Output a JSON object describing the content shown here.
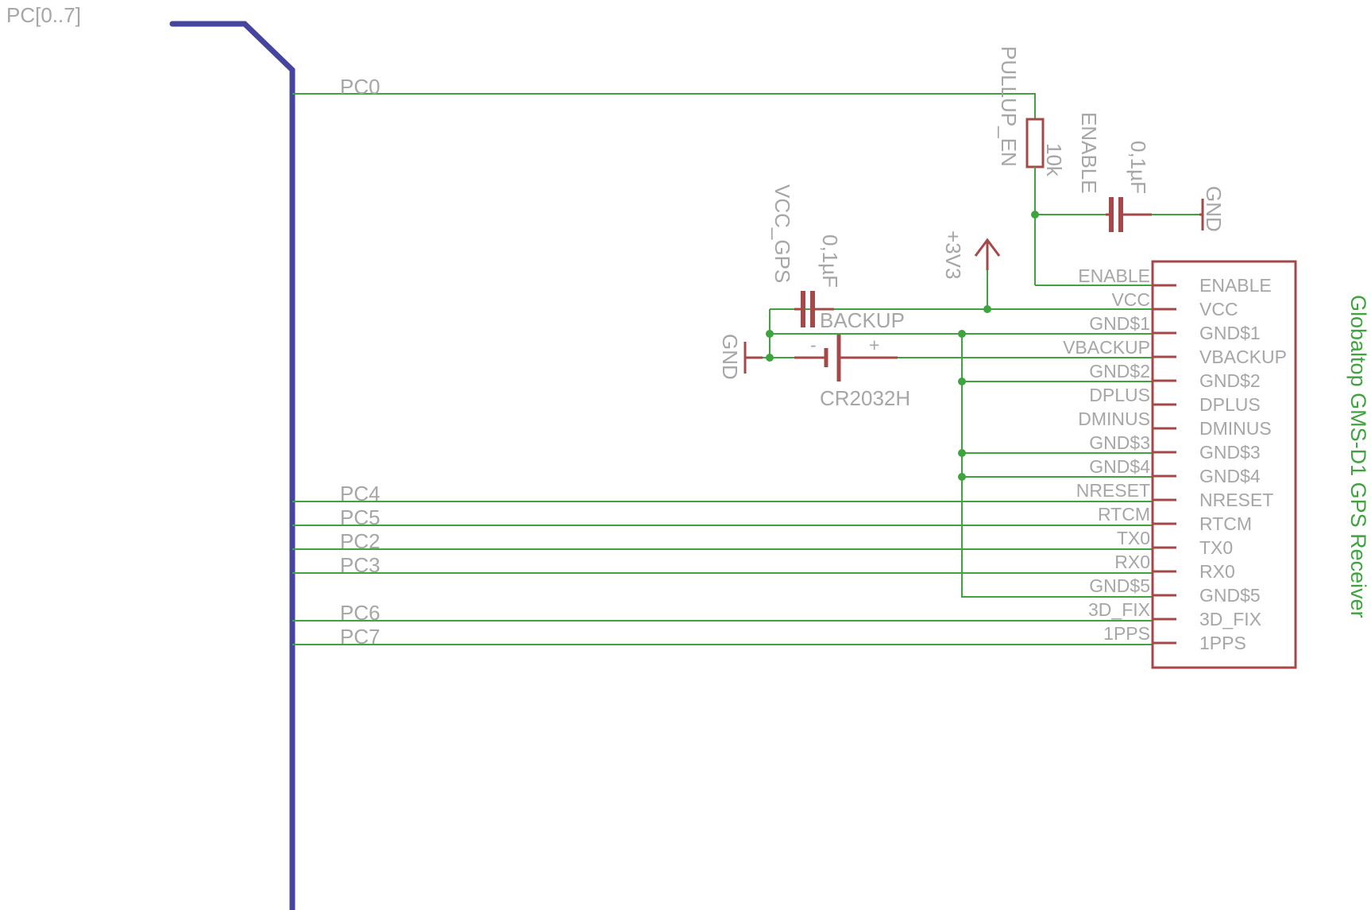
{
  "bus": {
    "name": "PC[0..7]"
  },
  "nets": {
    "pc0": "PC0",
    "pc4": "PC4",
    "pc5": "PC5",
    "pc2": "PC2",
    "pc3": "PC3",
    "pc6": "PC6",
    "pc7": "PC7"
  },
  "resistor": {
    "name": "PULLUP_EN",
    "value": "10k"
  },
  "cap_enable": {
    "name": "ENABLE",
    "value": "0,1µF"
  },
  "cap_vcc": {
    "name": "VCC_GPS",
    "value": "0,1µF"
  },
  "power": {
    "v3": "+3V3",
    "gnd_right": "GND",
    "gnd_left": "GND"
  },
  "battery": {
    "name": "BACKUP",
    "value": "CR2032H",
    "minus": "-",
    "plus": "+"
  },
  "module": {
    "title": "Globaltop GMS-D1 GPS Receiver",
    "pins": [
      "ENABLE",
      "VCC",
      "GND$1",
      "VBACKUP",
      "GND$2",
      "DPLUS",
      "DMINUS",
      "GND$3",
      "GND$4",
      "NRESET",
      "RTCM",
      "TX0",
      "RX0",
      "GND$5",
      "3D_FIX",
      "1PPS"
    ]
  },
  "colors": {
    "wire": "#3fa33f",
    "bus": "#4545a0",
    "component": "#a54848",
    "label": "#a6a6a6"
  }
}
